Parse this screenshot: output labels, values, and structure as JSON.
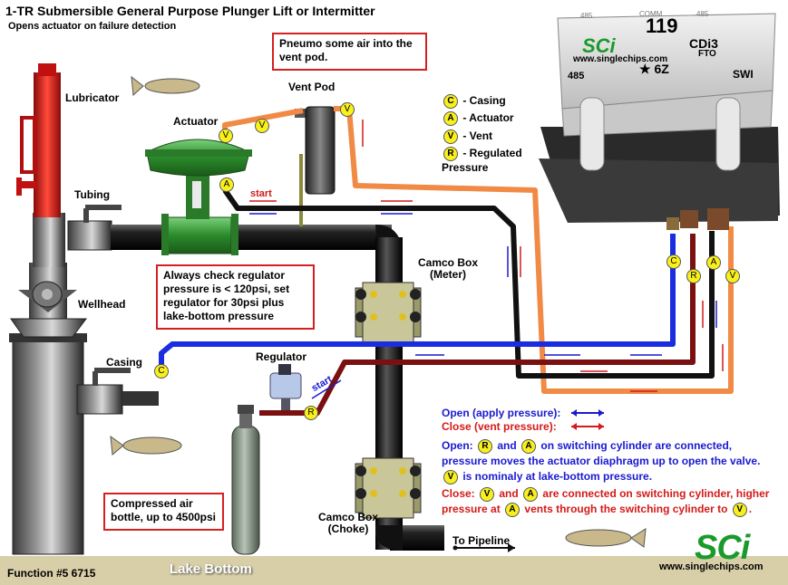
{
  "title": "1-TR Submersible  General Purpose Plunger Lift or Intermitter",
  "subtitle": "Opens actuator on failure detection",
  "notes": {
    "pneumo": "Pneumo some air into the vent pod.",
    "regulator_check": "Always check regulator pressure is < 120psi, set regulator for 30psi plus lake-bottom pressure",
    "bottle": "Compressed air bottle, up to 4500psi"
  },
  "labels": {
    "lubricator": "Lubricator",
    "actuator": "Actuator",
    "vent_pod": "Vent Pod",
    "tubing": "Tubing",
    "wellhead": "Wellhead",
    "casing": "Casing",
    "regulator": "Regulator",
    "camco_meter": "Camco Box (Meter)",
    "camco_choke": "Camco Box (Choke)",
    "to_pipeline": "To Pipeline",
    "start_top": "start",
    "start_reg": "start",
    "lake_bottom": "Lake Bottom",
    "function": "Function #5   6715",
    "website": "www.singlechips.com",
    "logo": "SCi"
  },
  "legend": [
    {
      "badge": "C",
      "text": "- Casing"
    },
    {
      "badge": "A",
      "text": "- Actuator"
    },
    {
      "badge": "V",
      "text": "- Vent"
    },
    {
      "badge": "R",
      "text": "- Regulated Pressure"
    }
  ],
  "controller": {
    "number": "119",
    "top_left": "485",
    "top_mid": "COMM",
    "top_right": "485",
    "brand": "SCi",
    "model": "CDi3",
    "model_sub": "FTO",
    "url": "www.singlechips.com",
    "port_485": "485",
    "star": "★ 6Z",
    "swi": "SWI"
  },
  "badges": {
    "c": "C",
    "a": "A",
    "v": "V",
    "r": "R"
  },
  "explanation": {
    "open_legend": "Open (apply pressure):",
    "close_legend": "Close  (vent pressure):",
    "open_head": "Open:",
    "open_and": "and",
    "open_text1": "on switching cylinder are connected,",
    "open_text2": "pressure moves the actuator diaphragm up to open the valve.",
    "open_text3": "is nominaly at lake-bottom pressure.",
    "close_head": "Close:",
    "close_and": "and",
    "close_text1": "are connected on switching cylinder, higher",
    "close_text2a": "pressure at",
    "close_text2b": "vents through the switching cylinder to",
    "close_text2c": "."
  },
  "colors": {
    "casing_line": "#1a2ee0",
    "actuator_line": "#111111",
    "vent_line": "#f08a45",
    "regulated_line": "#7a1010",
    "open_arrow": "#1a1ad0",
    "close_arrow": "#d41a1a",
    "note_border": "#d42020",
    "badge_fill": "#f7ef1e",
    "logo_green": "#1a9a2a"
  }
}
